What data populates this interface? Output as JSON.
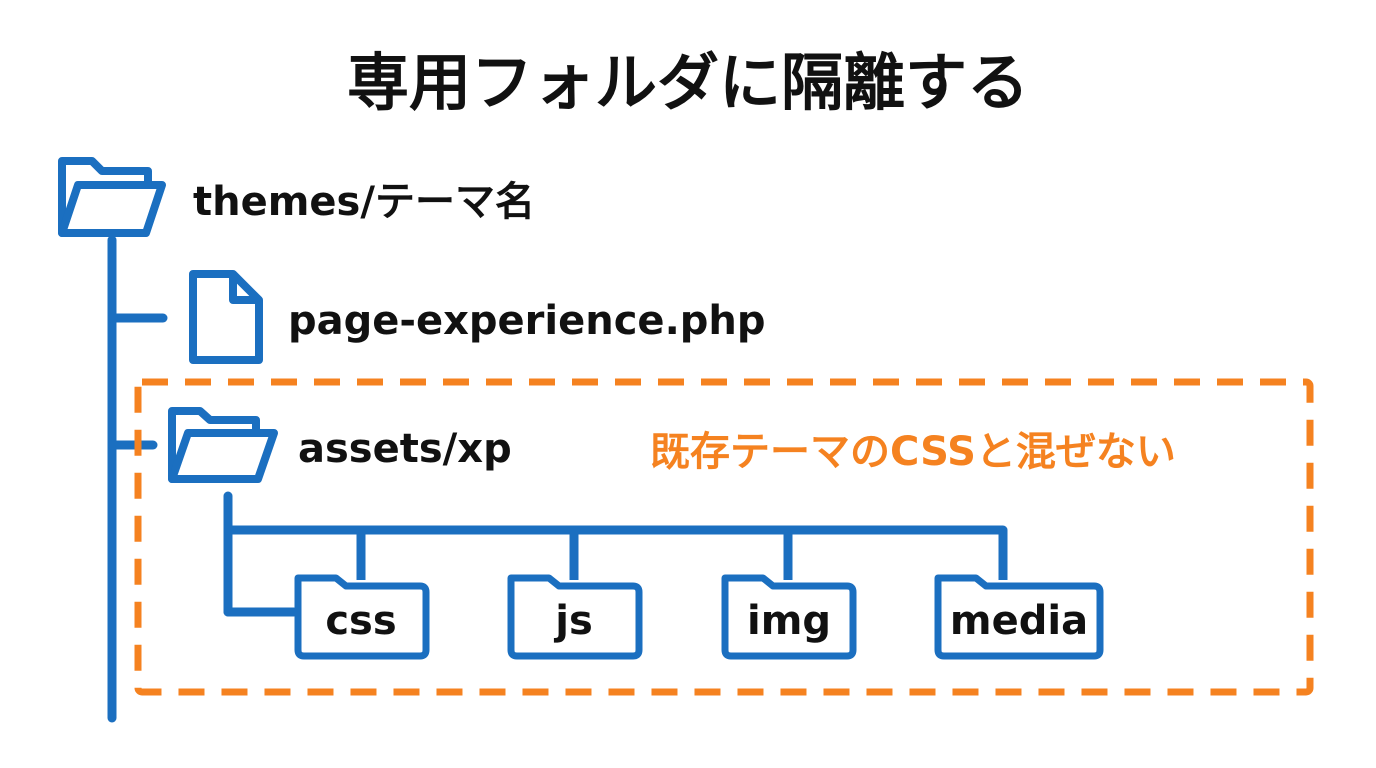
{
  "title": "専用フォルダに隔離する",
  "root": {
    "label": "themes/テーマ名",
    "icon": "folder-icon"
  },
  "file": {
    "label": "page-experience.php",
    "icon": "file-icon"
  },
  "assets": {
    "label": "assets/xp",
    "icon": "folder-icon"
  },
  "note": "既存テーマのCSSと混ぜない",
  "subfolders": [
    {
      "label": "css"
    },
    {
      "label": "js"
    },
    {
      "label": "img"
    },
    {
      "label": "media"
    }
  ],
  "colors": {
    "tree_blue": "#1b6fc0",
    "highlight_orange": "#f58220",
    "text": "#111111",
    "background": "#ffffff"
  }
}
